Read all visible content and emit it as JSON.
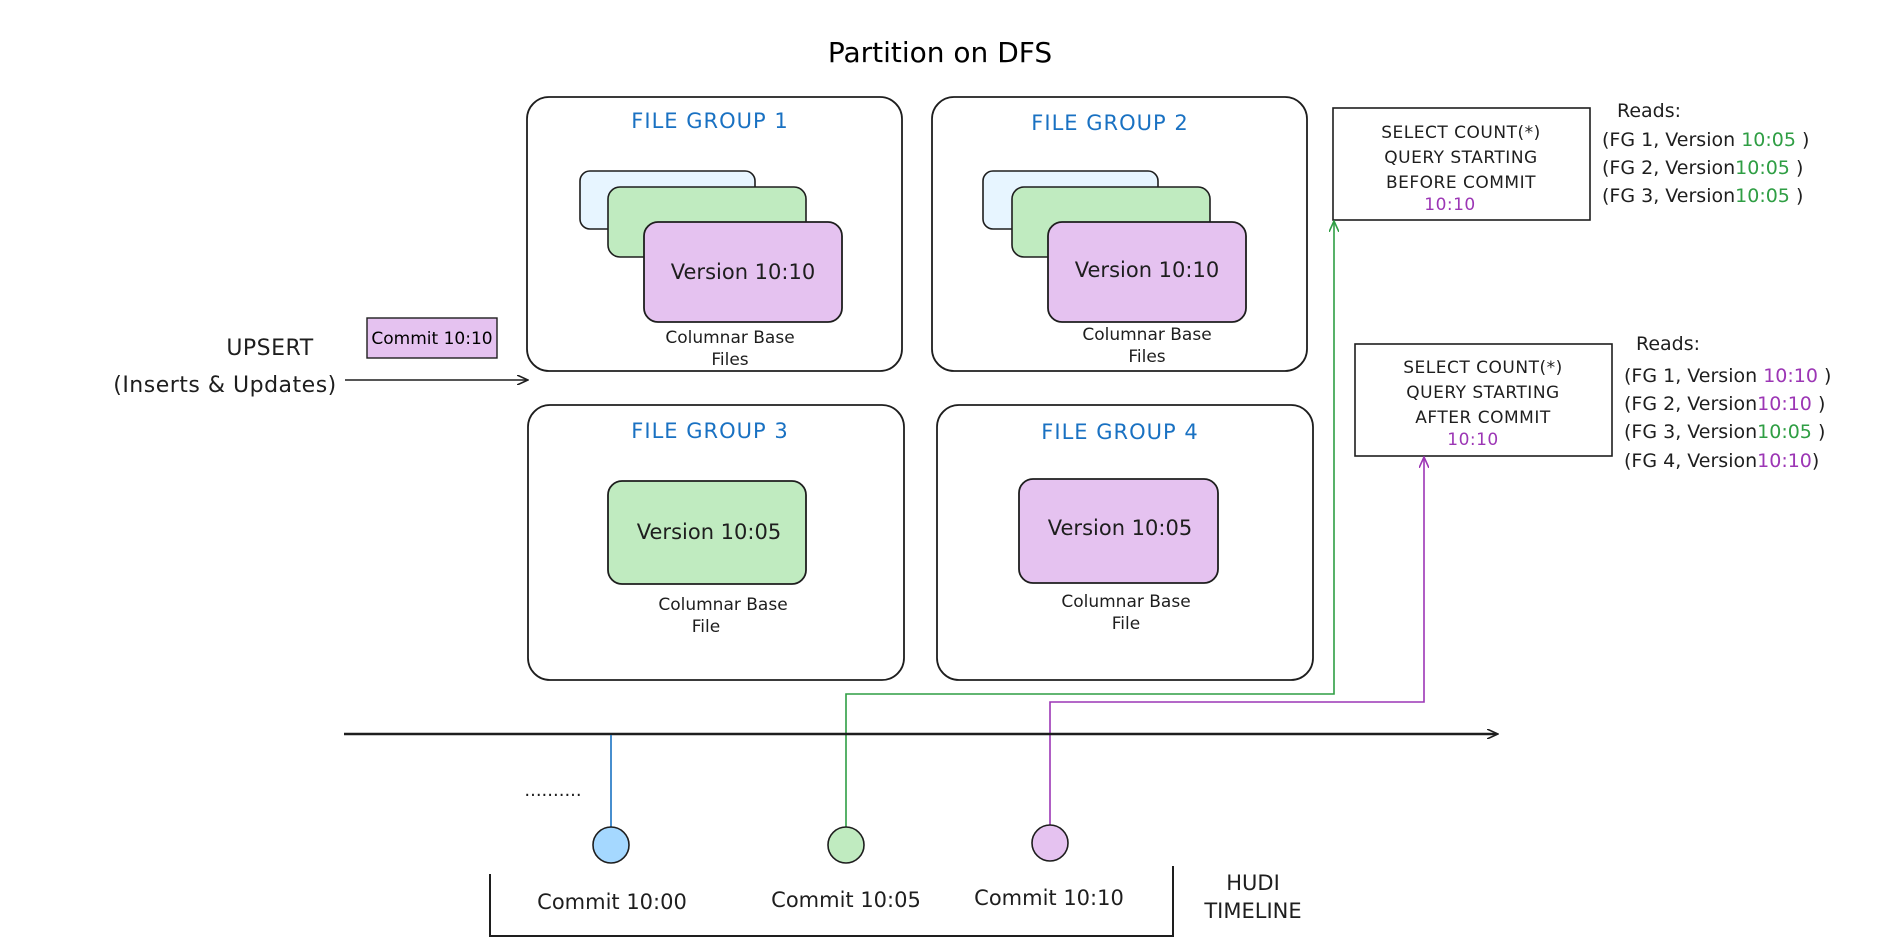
{
  "title": "Partition on DFS",
  "upsert": {
    "line1": "UPSERT",
    "line2": "(Inserts & Updates)",
    "commit_badge": "Commit 10:10"
  },
  "file_groups": [
    {
      "title": "FILE GROUP 1",
      "top_version": "Version 10:10",
      "caption_line1": "Columnar Base",
      "caption_line2": "Files"
    },
    {
      "title": "FILE GROUP 2",
      "top_version": "Version 10:10",
      "caption_line1": "Columnar Base",
      "caption_line2": "Files"
    },
    {
      "title": "FILE GROUP 3",
      "top_version": "Version 10:05",
      "caption_line1": "Columnar Base",
      "caption_line2": "File"
    },
    {
      "title": "FILE GROUP 4",
      "top_version": "Version 10:05",
      "caption_line1": "Columnar Base",
      "caption_line2": "File"
    }
  ],
  "queries": [
    {
      "line1": "SELECT COUNT(*)",
      "line2": "QUERY STARTING",
      "line3": "BEFORE COMMIT",
      "time": "10:10",
      "reads_label": "Reads:",
      "reads": [
        {
          "prefix": "(FG 1, Version ",
          "version": "10:05",
          "suffix": " )",
          "color": "#2f9e44"
        },
        {
          "prefix": "(FG 2, Version",
          "version": "10:05",
          "suffix": " )",
          "color": "#2f9e44"
        },
        {
          "prefix": "(FG 3, Version",
          "version": "10:05",
          "suffix": " )",
          "color": "#2f9e44"
        }
      ]
    },
    {
      "line1": "SELECT COUNT(*)",
      "line2": "QUERY STARTING",
      "line3": "AFTER COMMIT",
      "time": "10:10",
      "reads_label": "Reads:",
      "reads": [
        {
          "prefix": "(FG 1, Version ",
          "version": "10:10",
          "suffix": " )",
          "color": "#9c36b5"
        },
        {
          "prefix": "(FG 2, Version",
          "version": "10:10",
          "suffix": " )",
          "color": "#9c36b5"
        },
        {
          "prefix": "(FG 3, Version",
          "version": "10:05",
          "suffix": " )",
          "color": "#2f9e44"
        },
        {
          "prefix": "(FG 4, Version",
          "version": "10:10",
          "suffix": ")",
          "color": "#9c36b5"
        }
      ]
    }
  ],
  "timeline": {
    "ellipsis": "..........",
    "commits": [
      "Commit 10:00",
      "Commit 10:05",
      "Commit 10:10"
    ],
    "label_line1": "HUDI",
    "label_line2": "TIMELINE"
  },
  "colors": {
    "purple": "#9c36b5",
    "purple_fill": "#e5c2f0",
    "green": "#2f9e44",
    "green_fill": "#c0ebc0",
    "blue": "#1971c2",
    "blue_fill": "#a5d8ff",
    "light_blue_fill": "#e7f5ff"
  }
}
